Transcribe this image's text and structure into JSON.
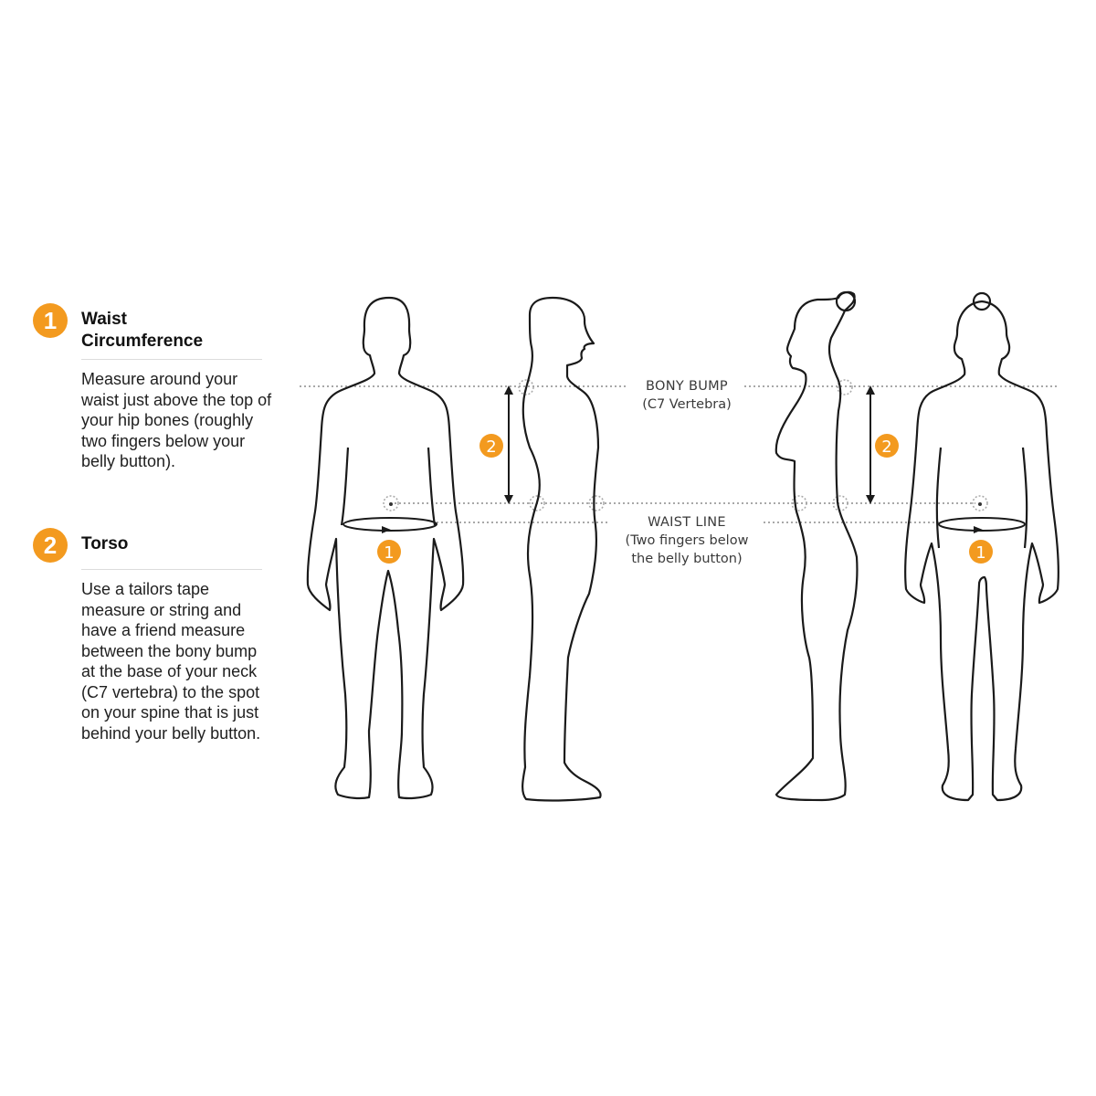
{
  "steps": [
    {
      "number": "1",
      "title": "Waist Circumference",
      "description": "Measure around your waist just above the top of your hip bones (roughly two fingers below your belly button)."
    },
    {
      "number": "2",
      "title": "Torso",
      "description": "Use a tailors tape measure or string and have a friend measure between the bony bump at the base of your neck (C7 vertebra) to the spot on your spine that is just behind your belly button."
    }
  ],
  "diagram": {
    "bony_bump_label": "BONY BUMP",
    "bony_bump_sublabel": "(C7 Vertebra)",
    "waist_line_label": "WAIST LINE",
    "waist_line_sublabel_1": "(Two fingers below",
    "waist_line_sublabel_2": "the belly button)",
    "markers": {
      "waist_marker": "1",
      "torso_marker": "2"
    },
    "figures": [
      "male-back",
      "male-side",
      "female-side",
      "female-back"
    ]
  },
  "colors": {
    "accent": "#f39a1f",
    "outline": "#1a1a1a",
    "guide_line": "#a8a8a8",
    "divider": "#dcdcdc"
  }
}
